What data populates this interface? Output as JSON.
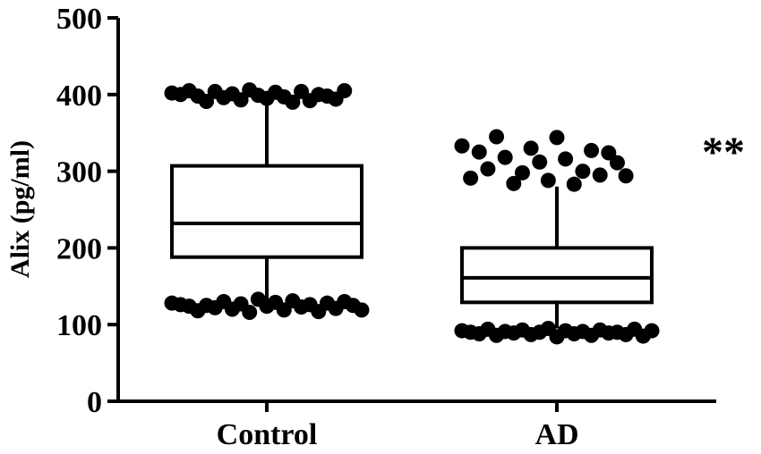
{
  "chart_data": {
    "type": "box",
    "title": "",
    "xlabel": "",
    "ylabel": "Alix (pg/ml)",
    "ylim": [
      0,
      500
    ],
    "yticks": [
      0,
      100,
      200,
      300,
      400,
      500
    ],
    "y_tick_labels": [
      "0",
      "100",
      "200",
      "300",
      "400",
      "500"
    ],
    "categories": [
      "Control",
      "AD"
    ],
    "boxes": [
      {
        "category": "Control",
        "whisker_low": 130,
        "q1": 188,
        "median": 232,
        "q3": 307,
        "whisker_high": 392,
        "outliers": [
          128,
          126,
          124,
          118,
          125,
          122,
          130,
          120,
          127,
          116,
          133,
          124,
          129,
          119,
          131,
          123,
          126,
          117,
          128,
          121,
          130,
          125,
          119,
          402,
          400,
          405,
          398,
          391,
          404,
          396,
          401,
          393,
          406,
          399,
          395,
          403,
          397,
          390,
          404,
          392,
          400,
          398,
          394,
          405
        ]
      },
      {
        "category": "AD",
        "whisker_low": 95,
        "q1": 129,
        "median": 161,
        "q3": 200,
        "whisker_high": 280,
        "outliers": [
          92,
          90,
          88,
          94,
          86,
          91,
          89,
          93,
          87,
          90,
          95,
          84,
          92,
          88,
          91,
          86,
          93,
          89,
          90,
          87,
          94,
          85,
          92,
          333,
          291,
          325,
          303,
          345,
          318,
          284,
          298,
          330,
          312,
          288,
          344,
          316,
          283,
          300,
          327,
          295,
          324,
          311,
          294
        ]
      }
    ],
    "annotations": [
      {
        "text": "**",
        "near": "AD"
      }
    ],
    "grid": false,
    "legend": "none",
    "colors": {
      "ink": "#000000",
      "box_fill": "#ffffff"
    }
  }
}
